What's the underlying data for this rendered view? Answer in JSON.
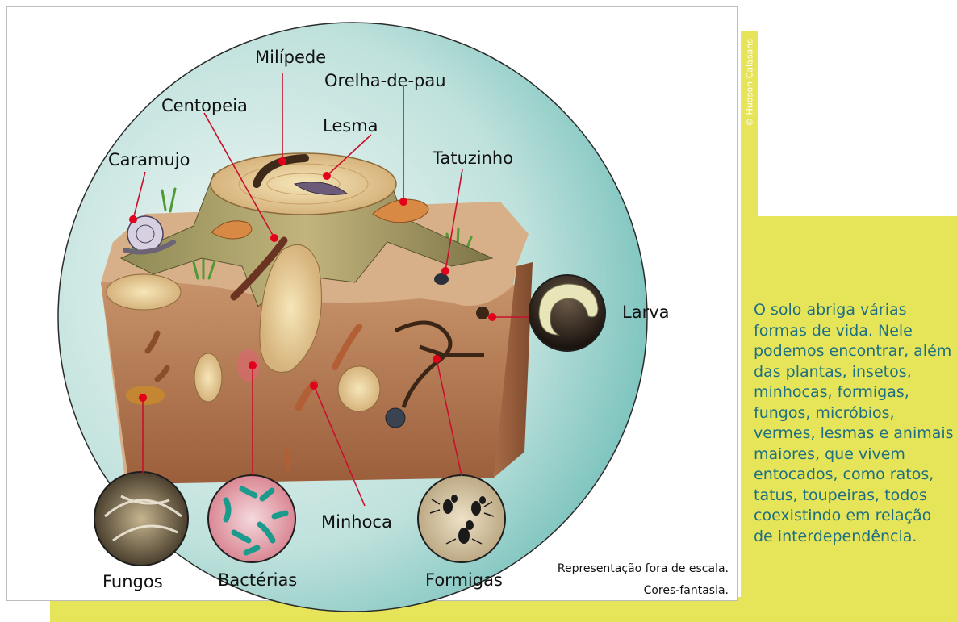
{
  "credit": "© Hudson Calasans",
  "caption": "O solo abriga várias formas de vida. Nele podemos encontrar, além das plantas, insetos, minhocas, formigas, fungos, micróbios, vermes, lesmas e animais maiores, que vivem entocados, como ratos, tatus, toupeiras, todos coexistindo em relação de interdependência.",
  "labels": {
    "milipede": "Milípede",
    "orelha": "Orelha-de-pau",
    "centopeia": "Centopeia",
    "lesma": "Lesma",
    "caramujo": "Caramujo",
    "tatuzinho": "Tatuzinho",
    "larva": "Larva",
    "minhoca": "Minhoca",
    "fungos": "Fungos",
    "bacterias": "Bactérias",
    "formigas": "Formigas"
  },
  "notes": {
    "scale": "Representação fora de escala.",
    "colors": "Cores-fantasia."
  }
}
